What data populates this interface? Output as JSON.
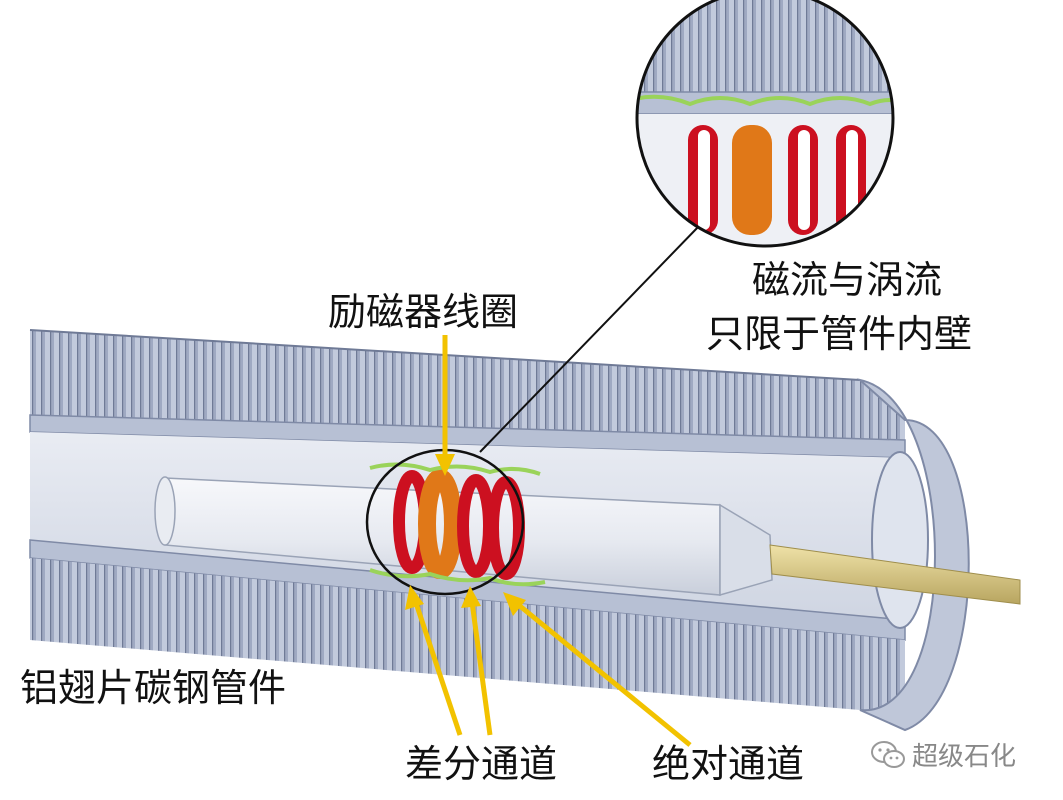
{
  "labels": {
    "exciter_coil": "励磁器线圈",
    "flux_line1": "磁流与涡流",
    "flux_line2": "只限于管件内壁",
    "tube": "铝翅片碳钢管件",
    "differential": "差分通道",
    "absolute": "绝对通道"
  },
  "watermark": {
    "text": "超级石化",
    "icon": "wechat-icon"
  },
  "colors": {
    "fin": "#aab4cc",
    "fin_dark": "#7f8aa6",
    "tube_wall": "#c9d0e0",
    "probe": "#eceff5",
    "coil_red": "#cc1020",
    "coil_orange": "#e07818",
    "cable": "#d8c88c",
    "arrow": "#f2c200",
    "sensor_green": "#9ad35a"
  }
}
